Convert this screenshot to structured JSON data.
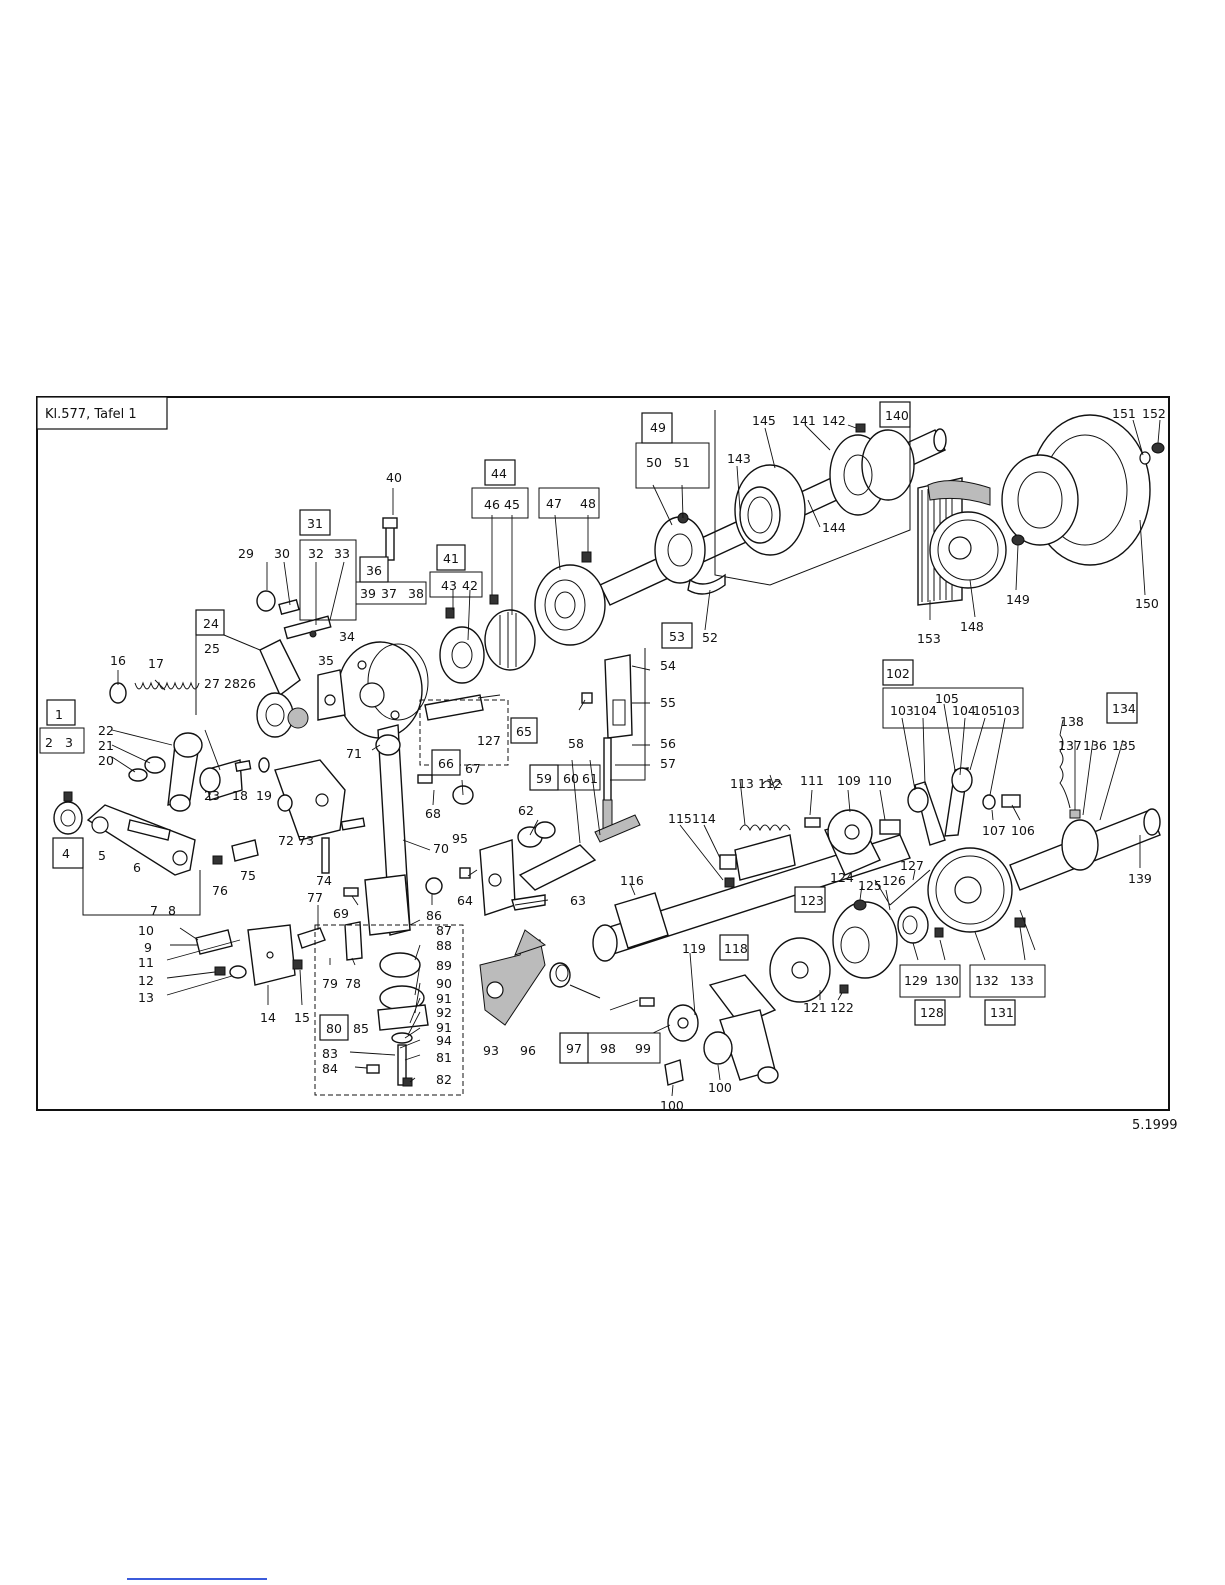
{
  "title": "Kl.577, Tafel 1",
  "date": "5.1999",
  "labels": {
    "n1": "1",
    "n2": "2",
    "n3": "3",
    "n4": "4",
    "n5": "5",
    "n6": "6",
    "n7": "7",
    "n8": "8",
    "n9": "9",
    "n10": "10",
    "n11": "11",
    "n12": "12",
    "n13": "13",
    "n14": "14",
    "n15": "15",
    "n16": "16",
    "n17": "17",
    "n18": "18",
    "n19": "19",
    "n20": "20",
    "n21": "21",
    "n22": "22",
    "n23": "23",
    "n24": "24",
    "n25": "25",
    "n26": "26",
    "n27": "27",
    "n28": "28",
    "n29": "29",
    "n30": "30",
    "n31": "31",
    "n32": "32",
    "n33": "33",
    "n34": "34",
    "n35": "35",
    "n36": "36",
    "n37": "37",
    "n38": "38",
    "n39": "39",
    "n40": "40",
    "n41": "41",
    "n42": "42",
    "n43": "43",
    "n44": "44",
    "n45": "45",
    "n46": "46",
    "n47": "47",
    "n48": "48",
    "n49": "49",
    "n50": "50",
    "n51": "51",
    "n52": "52",
    "n53": "53",
    "n54": "54",
    "n55": "55",
    "n56": "56",
    "n57": "57",
    "n58": "58",
    "n59": "59",
    "n60": "60",
    "n61": "61",
    "n62": "62",
    "n63": "63",
    "n64": "64",
    "n65": "65",
    "n66": "66",
    "n67": "67",
    "n68": "68",
    "n69": "69",
    "n70": "70",
    "n71": "71",
    "n72": "72",
    "n73": "73",
    "n74": "74",
    "n75": "75",
    "n76": "76",
    "n77": "77",
    "n78": "78",
    "n79": "79",
    "n80": "80",
    "n81": "81",
    "n82": "82",
    "n83": "83",
    "n84": "84",
    "n85": "85",
    "n86": "86",
    "n87": "87",
    "n88": "88",
    "n89": "89",
    "n90": "90",
    "n91": "91",
    "n92": "92",
    "n93": "93",
    "n94": "94",
    "n95": "95",
    "n96": "96",
    "n97": "97",
    "n98": "98",
    "n99": "99",
    "n100": "100",
    "n102": "102",
    "n103": "103",
    "n104": "104",
    "n105": "105",
    "n106": "106",
    "n107": "107",
    "n109": "109",
    "n110": "110",
    "n111": "111",
    "n112": "112",
    "n113": "113",
    "n114": "114",
    "n115": "115",
    "n116": "116",
    "n118": "118",
    "n119": "119",
    "n121": "121",
    "n122": "122",
    "n123": "123",
    "n124": "124",
    "n125": "125",
    "n126": "126",
    "n127": "127",
    "n128": "128",
    "n129": "129",
    "n130": "130",
    "n131": "131",
    "n132": "132",
    "n133": "133",
    "n134": "134",
    "n135": "135",
    "n136": "136",
    "n137": "137",
    "n138": "138",
    "n139": "139",
    "n140": "140",
    "n141": "141",
    "n142": "142",
    "n143": "143",
    "n144": "144",
    "n145": "145",
    "n148": "148",
    "n149": "149",
    "n150": "150",
    "n151": "151",
    "n152": "152",
    "n153": "153"
  }
}
